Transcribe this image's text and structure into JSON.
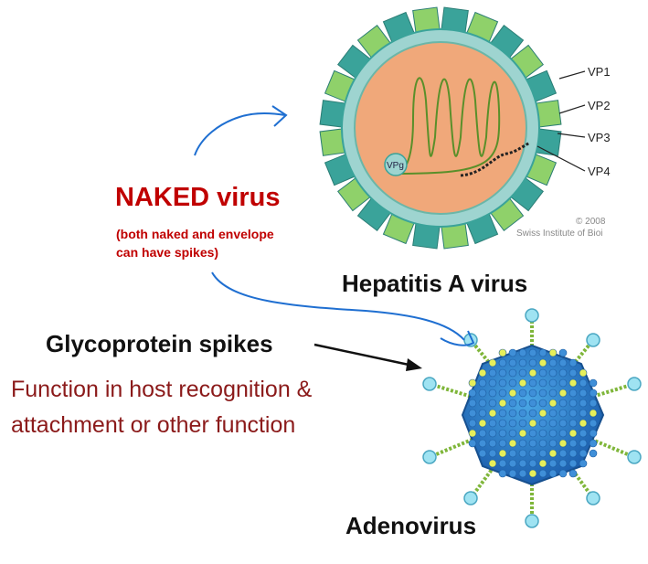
{
  "hepatitis": {
    "labels": [
      "VP1",
      "VP2",
      "VP3",
      "VP4"
    ],
    "vpg": "VPg",
    "copyright_year": "© 2008",
    "copyright_org": "Swiss Institute of Bioi",
    "caption": "Hepatitis A virus"
  },
  "naked": {
    "title": "NAKED virus",
    "note_line1": "(both naked and envelope",
    "note_line2": "can have spikes)"
  },
  "spikes": {
    "title": "Glycoprotein spikes",
    "function_line1": "Function in host recognition &",
    "function_line2": "attachment or other function"
  },
  "adenovirus": {
    "caption": "Adenovirus"
  },
  "colors": {
    "capsid_dark": "#3aa39a",
    "capsid_light": "#8fd16a",
    "capsid_inner": "#9ed4d0",
    "core": "#f0a87a",
    "rna": "#5a8f2a",
    "pen_blue": "#1f6fd1",
    "label_red": "#c00000",
    "text_dark_red": "#8b1a1a"
  }
}
